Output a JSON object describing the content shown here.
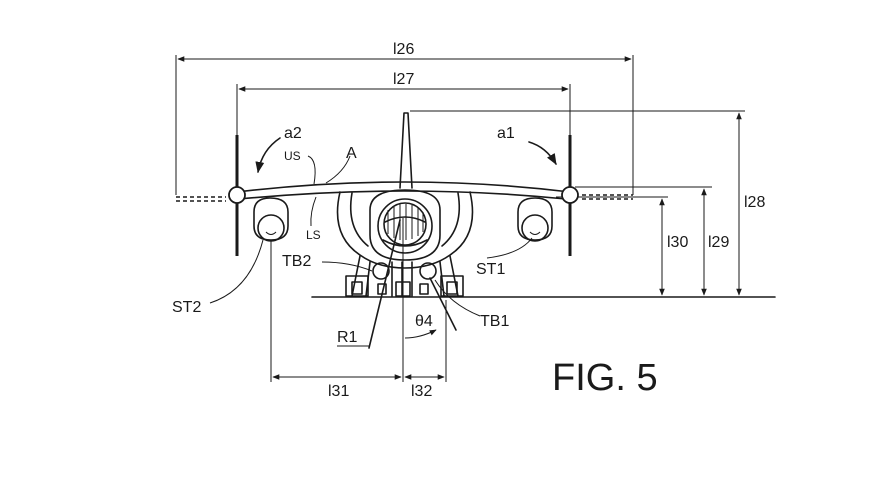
{
  "figure": {
    "title": "FIG. 5",
    "labels": {
      "l26": "l26",
      "l27": "l27",
      "l28": "l28",
      "l29": "l29",
      "l30": "l30",
      "l31": "l31",
      "l32": "l32",
      "a1": "a1",
      "a2": "a2",
      "A": "A",
      "US": "US",
      "LS": "LS",
      "ST1": "ST1",
      "ST2": "ST2",
      "TB1": "TB1",
      "TB2": "TB2",
      "R1": "R1",
      "theta4": "θ4"
    }
  }
}
